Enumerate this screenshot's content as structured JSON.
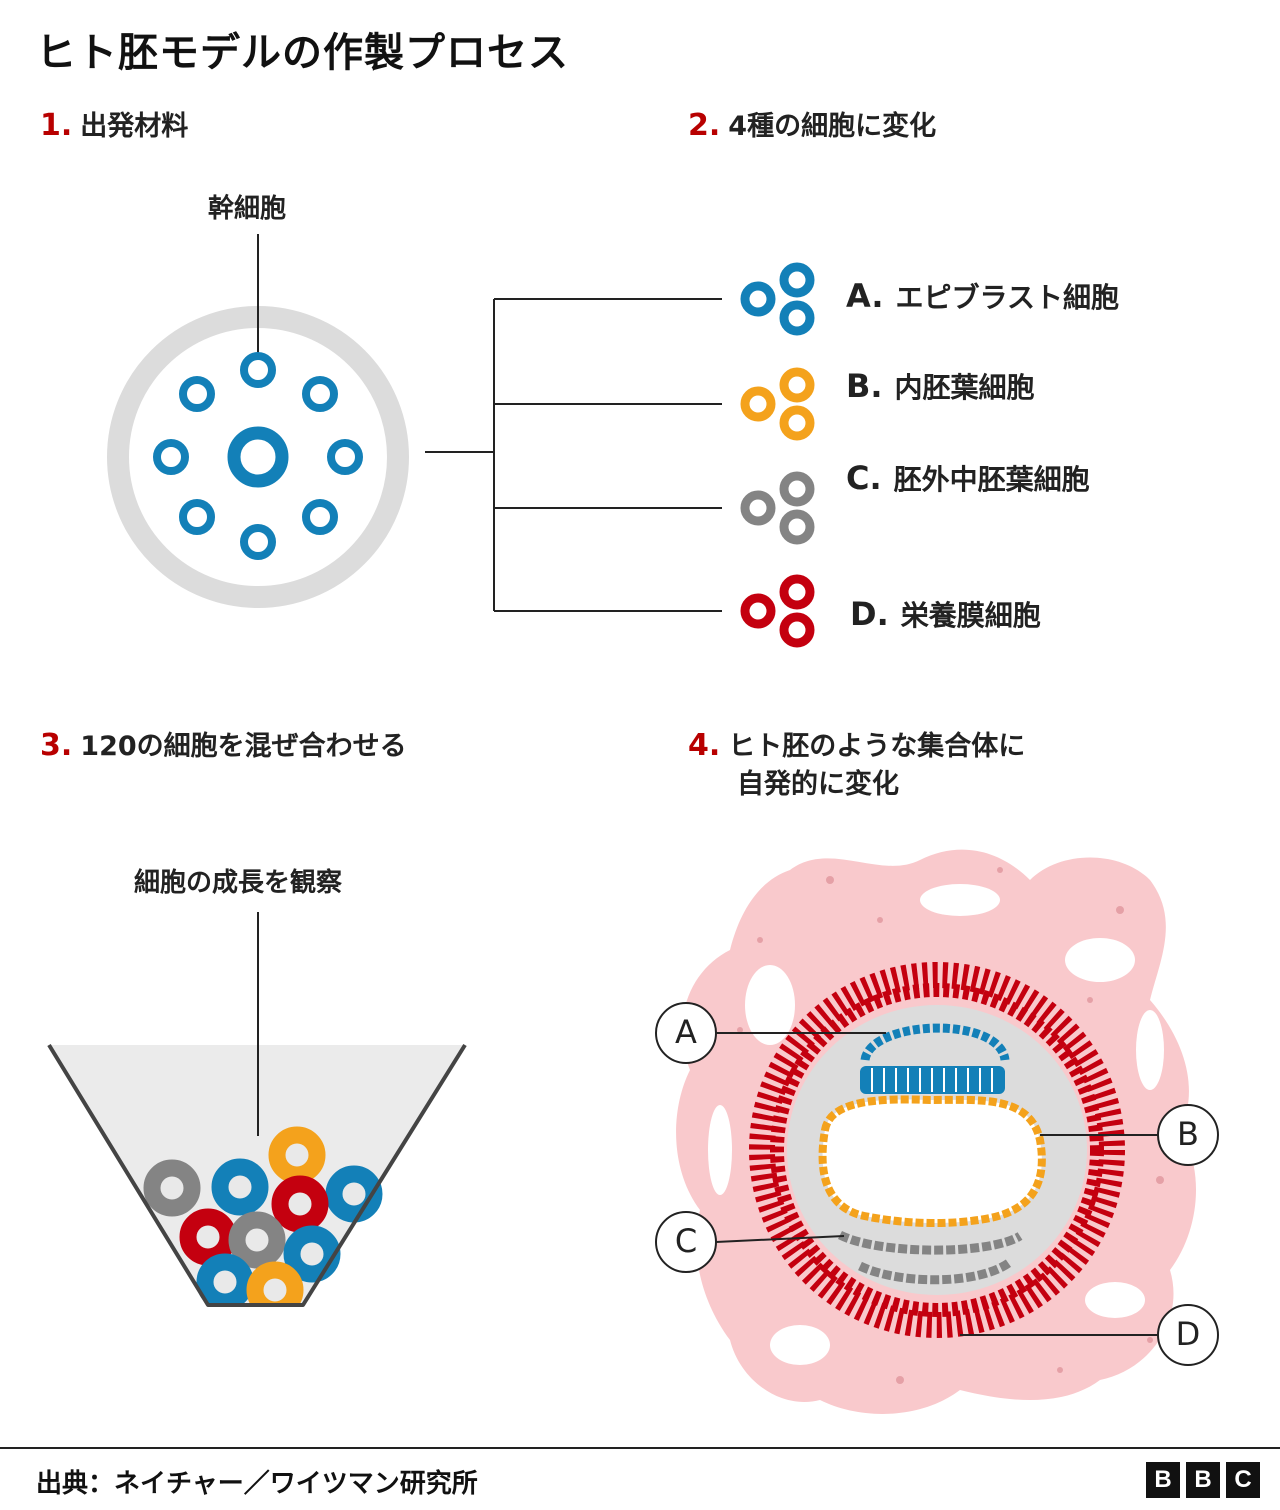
{
  "title": "ヒト胚モデルの作製プロセス",
  "steps": [
    {
      "num": "1.",
      "label": "出発材料"
    },
    {
      "num": "2.",
      "label": "4種の細胞に変化"
    },
    {
      "num": "3.",
      "label": "120の細胞を混ぜ合わせる"
    },
    {
      "num": "4.",
      "label_line1": "ヒト胚のような集合体に",
      "label_line2": "自発的に変化"
    }
  ],
  "stem_cell_label": "幹細胞",
  "observe_label": "細胞の成長を観察",
  "cell_types": [
    {
      "letter": "A.",
      "name": "エピブラスト細胞",
      "color": "#1380b8"
    },
    {
      "letter": "B.",
      "name": "内胚葉細胞",
      "color": "#f4a21c"
    },
    {
      "letter": "C.",
      "name": "胚外中胚葉細胞",
      "color": "#848484"
    },
    {
      "letter": "D.",
      "name": "栄養膜細胞",
      "color": "#c4000f"
    }
  ],
  "callouts": [
    "A",
    "B",
    "C",
    "D"
  ],
  "colors": {
    "blue": "#1380b8",
    "orange": "#f4a21c",
    "gray": "#848484",
    "red": "#c4000f",
    "pink": "#f9c9cc",
    "accent": "#b80000"
  },
  "source": "出典：ネイチャー／ワイツマン研究所",
  "logo": [
    "B",
    "B",
    "C"
  ]
}
